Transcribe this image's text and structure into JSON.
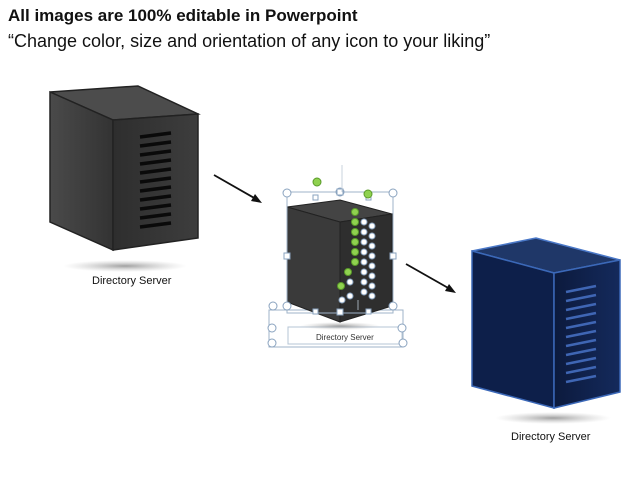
{
  "header": {
    "title": "All images are 100% editable in Powerpoint",
    "subtitle": "“Change color, size and orientation of any icon to your liking”"
  },
  "servers": [
    {
      "caption": "Directory Server",
      "style": "dark-gray",
      "front_color": "#3a3a3a",
      "side_color": "#2b2b2b",
      "top_color": "#4a4a4a"
    },
    {
      "caption": "Directory  Server",
      "style": "editing-view",
      "front_color": "#333333",
      "handle_color": "#8fd14f"
    },
    {
      "caption": "Directory Server",
      "style": "navy",
      "front_color": "#0d1f4a",
      "side_color": "#0a1838",
      "top_color": "#1d3566",
      "edge_color": "#4a78c8"
    }
  ],
  "arrows": [
    "arrow-right-down",
    "arrow-right-down"
  ]
}
